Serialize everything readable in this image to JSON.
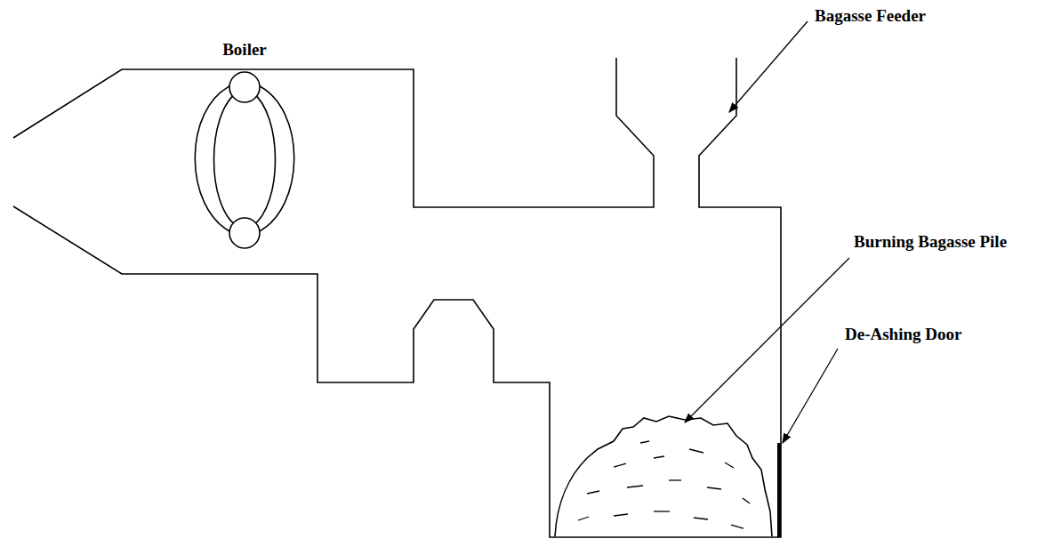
{
  "diagram": {
    "labels": [
      "Boiler",
      "Bagasse Feeder",
      "Burning Bagasse Pile",
      "De-Ashing Door"
    ]
  }
}
